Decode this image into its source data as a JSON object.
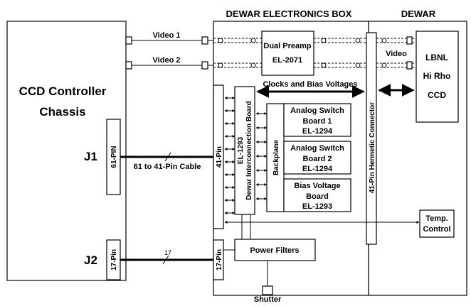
{
  "labels": {
    "electronics_box": "DEWAR ELECTRONICS BOX",
    "dewar": "DEWAR",
    "controller_line1": "CCD Controller",
    "controller_line2": "Chassis",
    "j1": "J1",
    "j2": "J2",
    "pin61": "61-PIN",
    "pin17_left": "17-Pin",
    "pin41": "41-Pin",
    "pin17_right": "17-Pin",
    "video1": "Video 1",
    "video2": "Video 2",
    "video": "Video",
    "preamp_line1": "Dual Preamp",
    "preamp_line2": "EL-2071",
    "ccd_line1": "LBNL",
    "ccd_line2": "Hi Rho",
    "ccd_line3": "CCD",
    "clocks_bias": "Clocks and Bias Voltages",
    "interconnect_line1": "Dewar Interconnection Board",
    "interconnect_line2": "EL-1293",
    "backplane": "Backplane",
    "switch1_line1": "Analog Switch",
    "switch1_line2": "Board 1",
    "switch1_line3": "EL-1294",
    "switch2_line1": "Analog Switch",
    "switch2_line2": "Board 2",
    "switch2_line3": "EL-1294",
    "bias_line1": "Bias Voltage",
    "bias_line2": "Board",
    "bias_line3": "EL-1293",
    "hermetic": "41-Pin Hermetic Connector",
    "cable": "61 to 41-Pin Cable",
    "count17": "17",
    "power_filters": "Power Filters",
    "temp_line1": "Temp.",
    "temp_line2": "Control",
    "shutter": "Shutter"
  }
}
